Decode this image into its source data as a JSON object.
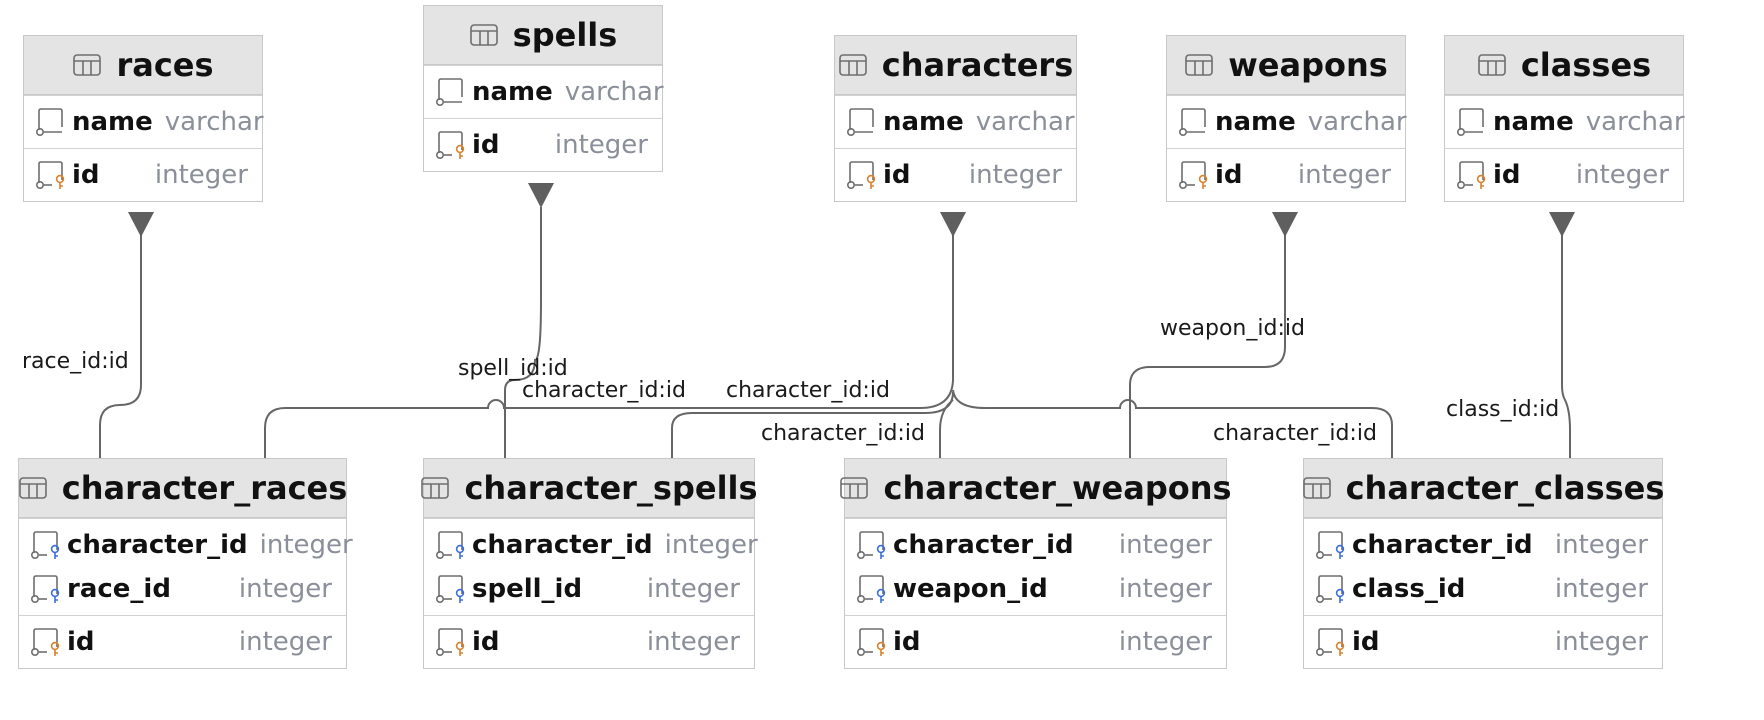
{
  "entities": {
    "races": {
      "title": "races",
      "groups": [
        [
          {
            "name": "name",
            "type": "varchar",
            "icon": "column-icon"
          }
        ],
        [
          {
            "name": "id",
            "type": "integer",
            "icon": "primary-key-icon"
          }
        ]
      ]
    },
    "spells": {
      "title": "spells",
      "groups": [
        [
          {
            "name": "name",
            "type": "varchar",
            "icon": "column-icon"
          }
        ],
        [
          {
            "name": "id",
            "type": "integer",
            "icon": "primary-key-icon"
          }
        ]
      ]
    },
    "characters": {
      "title": "characters",
      "groups": [
        [
          {
            "name": "name",
            "type": "varchar",
            "icon": "column-icon"
          }
        ],
        [
          {
            "name": "id",
            "type": "integer",
            "icon": "primary-key-icon"
          }
        ]
      ]
    },
    "weapons": {
      "title": "weapons",
      "groups": [
        [
          {
            "name": "name",
            "type": "varchar",
            "icon": "column-icon"
          }
        ],
        [
          {
            "name": "id",
            "type": "integer",
            "icon": "primary-key-icon"
          }
        ]
      ]
    },
    "classes": {
      "title": "classes",
      "groups": [
        [
          {
            "name": "name",
            "type": "varchar",
            "icon": "column-icon"
          }
        ],
        [
          {
            "name": "id",
            "type": "integer",
            "icon": "primary-key-icon"
          }
        ]
      ]
    },
    "character_races": {
      "title": "character_races",
      "groups": [
        [
          {
            "name": "character_id",
            "type": "integer",
            "icon": "foreign-key-icon"
          },
          {
            "name": "race_id",
            "type": "integer",
            "icon": "foreign-key-icon"
          }
        ],
        [
          {
            "name": "id",
            "type": "integer",
            "icon": "primary-key-icon"
          }
        ]
      ]
    },
    "character_spells": {
      "title": "character_spells",
      "groups": [
        [
          {
            "name": "character_id",
            "type": "integer",
            "icon": "foreign-key-icon"
          },
          {
            "name": "spell_id",
            "type": "integer",
            "icon": "foreign-key-icon"
          }
        ],
        [
          {
            "name": "id",
            "type": "integer",
            "icon": "primary-key-icon"
          }
        ]
      ]
    },
    "character_weapons": {
      "title": "character_weapons",
      "groups": [
        [
          {
            "name": "character_id",
            "type": "integer",
            "icon": "foreign-key-icon"
          },
          {
            "name": "weapon_id",
            "type": "integer",
            "icon": "foreign-key-icon"
          }
        ],
        [
          {
            "name": "id",
            "type": "integer",
            "icon": "primary-key-icon"
          }
        ]
      ]
    },
    "character_classes": {
      "title": "character_classes",
      "groups": [
        [
          {
            "name": "character_id",
            "type": "integer",
            "icon": "foreign-key-icon"
          },
          {
            "name": "class_id",
            "type": "integer",
            "icon": "foreign-key-icon"
          }
        ],
        [
          {
            "name": "id",
            "type": "integer",
            "icon": "primary-key-icon"
          }
        ]
      ]
    }
  },
  "relations": {
    "race_id": "race_id:id",
    "spell_id": "spell_id:id",
    "cr_character_id": "character_id:id",
    "cs_character_id": "character_id:id",
    "cw_character_id": "character_id:id",
    "cc_character_id": "character_id:id",
    "weapon_id": "weapon_id:id",
    "class_id": "class_id:id"
  },
  "colors": {
    "header_bg": "#e4e4e4",
    "border": "#c8c8c8",
    "edge": "#666666",
    "type_text": "#8a8f99",
    "primary_key": "#d9822b",
    "foreign_key": "#3b6fd8",
    "icon_gray": "#6e6e6e"
  }
}
